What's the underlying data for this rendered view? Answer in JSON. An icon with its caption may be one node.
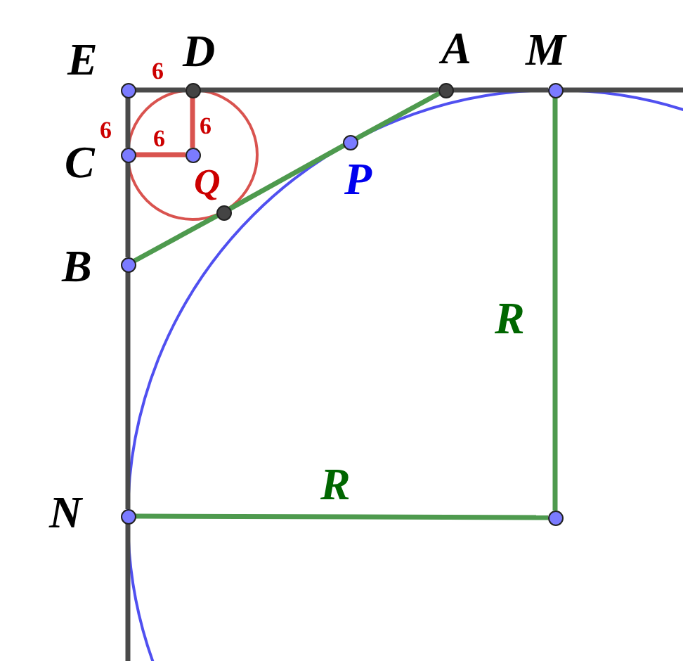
{
  "diagram": {
    "nodes": [
      {
        "text": [],
        "shape": "circle",
        "beside": [
          "E"
        ]
      },
      {
        "text": [],
        "shape": "circle",
        "beside": [
          "D"
        ]
      },
      {
        "text": [],
        "shape": "circle",
        "beside": [
          "A"
        ]
      },
      {
        "text": [],
        "shape": "circle",
        "beside": [
          "M"
        ]
      },
      {
        "text": [],
        "shape": "circle",
        "beside": [
          "C"
        ]
      },
      {
        "text": [],
        "shape": "circle",
        "beside": [
          "B"
        ]
      },
      {
        "text": [],
        "shape": "circle",
        "beside": [
          "N"
        ]
      },
      {
        "text": [],
        "shape": "circle",
        "beside": [
          "P"
        ]
      },
      {
        "text": [],
        "shape": "circle",
        "beside": [
          "Q"
        ]
      },
      {
        "text": [],
        "shape": "circle"
      },
      {
        "text": [],
        "shape": "circle"
      }
    ],
    "edges": [
      {
        "from": 0,
        "to": 1,
        "arrow": "none",
        "label": "6"
      },
      {
        "from": 1,
        "to": 2,
        "arrow": "none"
      },
      {
        "from": 2,
        "to": 3,
        "arrow": "none"
      },
      {
        "from": 3,
        "to": null,
        "arrow": "none"
      },
      {
        "from": 0,
        "to": 4,
        "arrow": "none",
        "label": "6"
      },
      {
        "from": 4,
        "to": 5,
        "arrow": "none"
      },
      {
        "from": 5,
        "to": 6,
        "arrow": "none"
      },
      {
        "from": 6,
        "to": null,
        "arrow": "none"
      },
      {
        "from": 5,
        "to": 8,
        "arrow": "none",
        "color": "#4e9a4e"
      },
      {
        "from": 8,
        "to": 7,
        "arrow": "none",
        "color": "#4e9a4e"
      },
      {
        "from": 7,
        "to": 2,
        "arrow": "none",
        "color": "#4e9a4e"
      },
      {
        "from": 9,
        "to": 1,
        "arrow": "none",
        "label": "6",
        "color": "#d9534f"
      },
      {
        "from": 9,
        "to": 4,
        "arrow": "none",
        "label": "6",
        "color": "#d9534f"
      },
      {
        "from": 3,
        "to": 10,
        "arrow": "none",
        "label": "R",
        "color": "#4e9a4e"
      },
      {
        "from": 6,
        "to": 10,
        "arrow": "none",
        "label": "R",
        "color": "#4e9a4e"
      }
    ]
  }
}
